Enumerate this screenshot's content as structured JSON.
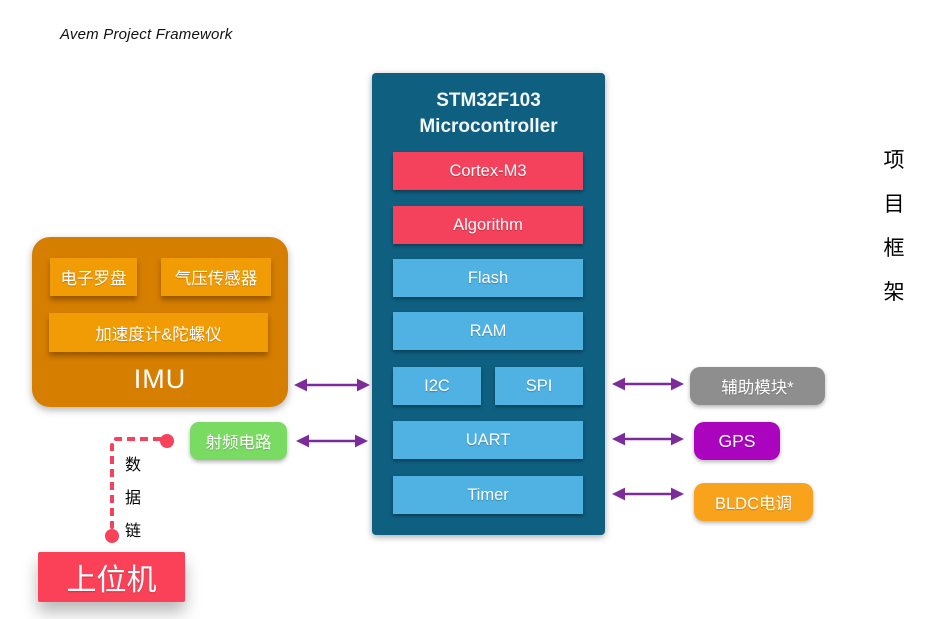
{
  "header": {
    "title": "Avem Project Framework"
  },
  "side_title": {
    "text": "项目框架",
    "chars": [
      "项",
      "目",
      "框",
      "架"
    ]
  },
  "mcu": {
    "title_line1": "STM32F103",
    "title_line2": "Microcontroller",
    "cortex": "Cortex-M3",
    "algorithm": "Algorithm",
    "flash": "Flash",
    "ram": "RAM",
    "i2c": "I2C",
    "spi": "SPI",
    "uart": "UART",
    "timer": "Timer"
  },
  "imu": {
    "label": "IMU",
    "compass": "电子罗盘",
    "barometer": "气压传感器",
    "accel_gyro": "加速度计&陀螺仪"
  },
  "rf": {
    "label": "射频电路"
  },
  "host": {
    "label": "上位机"
  },
  "datalink": {
    "text": "数据链",
    "chars": [
      "数",
      "据",
      "链"
    ]
  },
  "right_modules": {
    "aux": "辅助模块*",
    "gps": "GPS",
    "bldc": "BLDC电调"
  },
  "colors": {
    "mcu_background": "#0E5F80",
    "red_block": "#F4425C",
    "blue_block": "#4FB2E2",
    "imu_background": "#D67E00",
    "imu_inner_block": "#F19C04",
    "rf_green": "#7ADB63",
    "aux_gray": "#8E8E8E",
    "gps_purple": "#AA04BE",
    "bldc_orange": "#F9A21B",
    "host_red": "#FA4157",
    "arrow_purple": "#7C2B9B",
    "datalink_red": "#F8415B"
  }
}
